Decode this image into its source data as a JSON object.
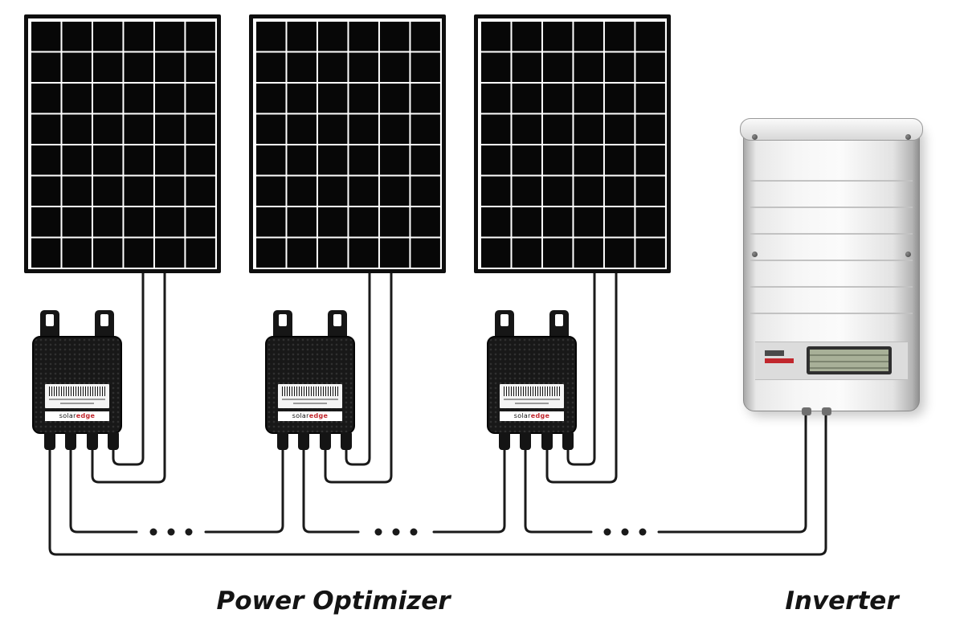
{
  "labels": {
    "power_optimizer": "Power Optimizer",
    "inverter": "Inverter"
  },
  "optimizer": {
    "count": 3,
    "logo_prefix": "solar",
    "logo_suffix": "edge"
  },
  "panels": {
    "count": 3,
    "columns": 6,
    "rows": 8
  },
  "wiring": {
    "color": "#1a1a1a",
    "continuation_dot_groups": 3,
    "dots_per_group": 3
  },
  "colors": {
    "accent_red": "#c1272d",
    "panel_black": "#070707",
    "background": "#ffffff"
  }
}
